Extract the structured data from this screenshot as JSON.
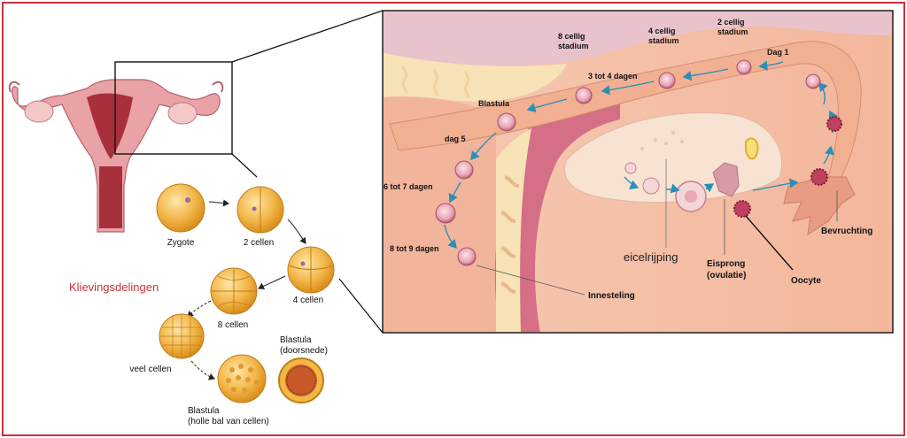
{
  "title": "Klievingsdelingen",
  "cleavage": {
    "zygote": "Zygote",
    "two_cells": "2 cellen",
    "four_cells": "4 cellen",
    "eight_cells": "8 cellen",
    "many_cells": "veel cellen",
    "blastula_line1": "Blastula",
    "blastula_line2": "(holle bal van cellen)",
    "blastula_section_line1": "Blastula",
    "blastula_section_line2": "(doorsnede)"
  },
  "tube": {
    "stage2_line1": "2 cellig",
    "stage2_line2": "stadium",
    "stage4_line1": "4 cellig",
    "stage4_line2": "stadium",
    "stage8_line1": "8 cellig",
    "stage8_line2": "stadium",
    "day1": "Dag 1",
    "days3to4": "3 tot 4 dagen",
    "blastula": "Blastula",
    "day5": "dag 5",
    "days6to7": "6 tot 7 dagen",
    "days8to9": "8 tot 9 dagen",
    "implantation": "Innesteling",
    "maturation": "eicelrijping",
    "ovulation_line1": "Eisprong",
    "ovulation_line2": "(ovulatie)",
    "oocyte": "Oocyte",
    "fertilization": "Bevruchting"
  },
  "colors": {
    "frame": "#c8323a",
    "tube": "#f2b59a",
    "uterus_wall": "#d46f86",
    "arrow": "#2a8fb8",
    "cell": "#f2b840"
  }
}
